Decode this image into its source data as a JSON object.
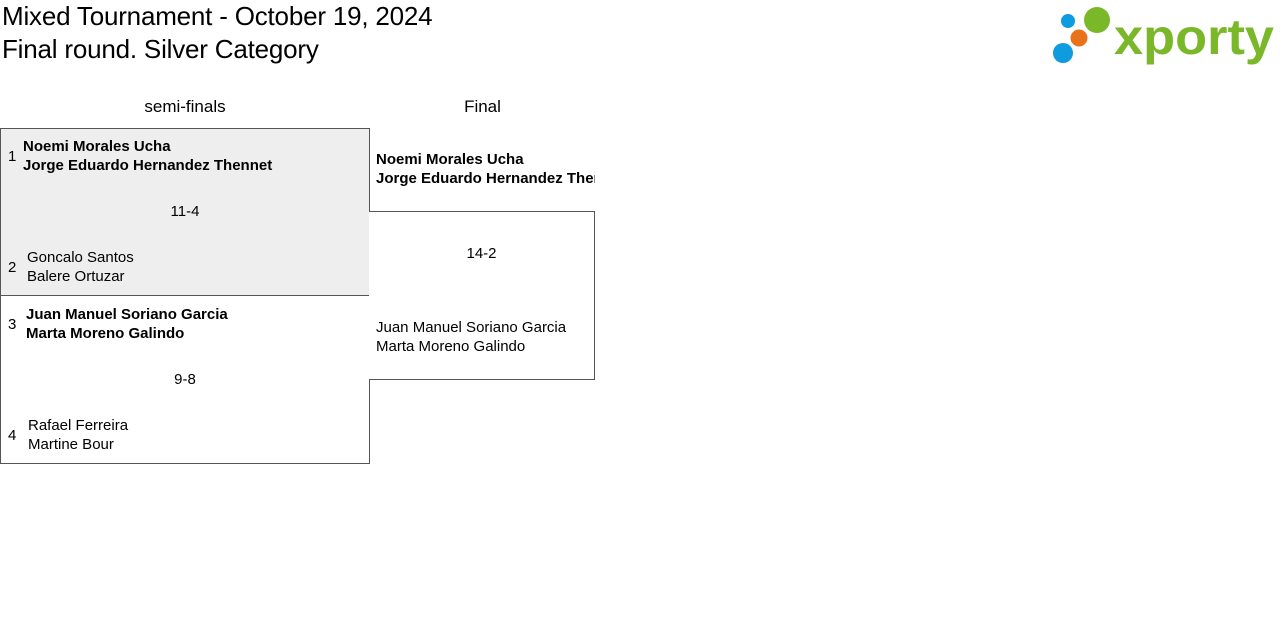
{
  "header": {
    "title_line1": "Mixed Tournament - October 19, 2024",
    "title_line2": "Final round. Silver Category"
  },
  "logo": {
    "text": "xporty",
    "colors": {
      "green": "#7ab829",
      "blue": "#0e9be0",
      "orange": "#e8731a"
    }
  },
  "rounds": [
    {
      "label": "semi-finals"
    },
    {
      "label": "Final"
    }
  ],
  "semi_finals": [
    {
      "score": "11-4",
      "team_a": {
        "seed": "1",
        "player1": "Noemi Morales Ucha",
        "player2": "Jorge Eduardo Hernandez Thennet",
        "winner": true
      },
      "team_b": {
        "seed": "2",
        "player1": "Goncalo Santos",
        "player2": "Balere Ortuzar",
        "winner": false
      }
    },
    {
      "score": "9-8",
      "team_a": {
        "seed": "3",
        "player1": "Juan Manuel Soriano Garcia",
        "player2": "Marta Moreno Galindo",
        "winner": true
      },
      "team_b": {
        "seed": "4",
        "player1": "Rafael Ferreira",
        "player2": "Martine Bour",
        "winner": false
      }
    }
  ],
  "final": {
    "score": "14-2",
    "team_a": {
      "player1": "Noemi Morales Ucha",
      "player2": "Jorge Eduardo Hernandez Thennet",
      "winner": true
    },
    "team_b": {
      "player1": "Juan Manuel Soriano Garcia",
      "player2": "Marta Moreno Galindo",
      "winner": false
    }
  }
}
